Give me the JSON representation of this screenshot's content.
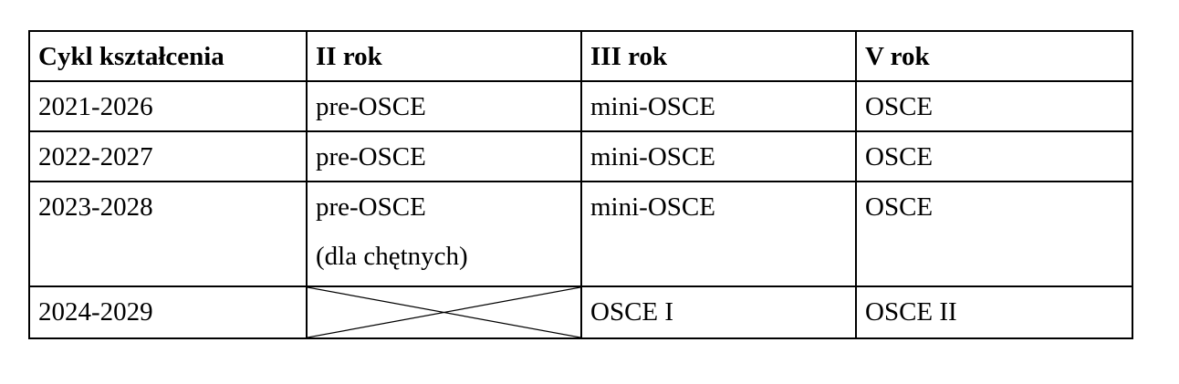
{
  "table": {
    "name": "harmonogram-egzaminow-osce",
    "columns": [
      {
        "key": "cykl",
        "label": "Cykl kształcenia"
      },
      {
        "key": "rok2",
        "label": "II rok"
      },
      {
        "key": "rok3",
        "label": "III rok"
      },
      {
        "key": "rok5",
        "label": "V rok"
      }
    ],
    "rows": [
      {
        "cykl": "2021-2026",
        "rok2": {
          "lines": [
            "pre-OSCE"
          ]
        },
        "rok3": {
          "lines": [
            "mini-OSCE"
          ]
        },
        "rok5": {
          "lines": [
            "OSCE"
          ]
        }
      },
      {
        "cykl": "2022-2027",
        "rok2": {
          "lines": [
            "pre-OSCE"
          ]
        },
        "rok3": {
          "lines": [
            "mini-OSCE"
          ]
        },
        "rok5": {
          "lines": [
            "OSCE"
          ]
        }
      },
      {
        "cykl": "2023-2028",
        "rok2": {
          "lines": [
            "pre-OSCE",
            "(dla chętnych)"
          ]
        },
        "rok3": {
          "lines": [
            "mini-OSCE"
          ]
        },
        "rok5": {
          "lines": [
            "OSCE"
          ]
        }
      },
      {
        "cykl": "2024-2029",
        "rok2": {
          "lines": [],
          "crossed_out": true,
          "icon": "cross-out-x-icon"
        },
        "rok3": {
          "lines": [
            "OSCE I"
          ]
        },
        "rok5": {
          "lines": [
            "OSCE II"
          ]
        }
      }
    ]
  },
  "style": {
    "border_color": "#000000",
    "text_color": "#000000",
    "background_color": "#ffffff"
  }
}
